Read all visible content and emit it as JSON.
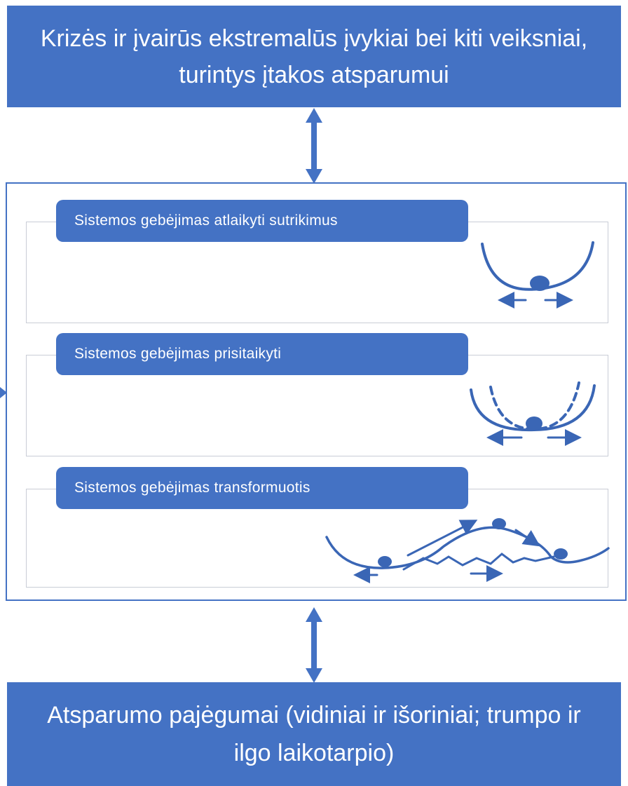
{
  "top_banner": {
    "text": "Krizės ir įvairūs ekstremalūs įvykiai bei kiti veiksniai, turintys įtakos atsparumui"
  },
  "panels": [
    {
      "label": "Sistemos gebėjimas atlaikyti sutrikimus",
      "icon": "stable-valley-ball-icon"
    },
    {
      "label": "Sistemos gebėjimas prisitaikyti",
      "icon": "adaptive-valley-ball-icon"
    },
    {
      "label": "Sistemos gebėjimas transformuotis",
      "icon": "transform-landscape-icon"
    }
  ],
  "bottom_banner": {
    "text": "Atsparumo pajėgumai (vidiniai ir išoriniai; trumpo ir ilgo laikotarpio)"
  },
  "colors": {
    "accent": "#4472c4",
    "panel_border": "#c9cdd6",
    "arrow": "#3a66b5"
  }
}
